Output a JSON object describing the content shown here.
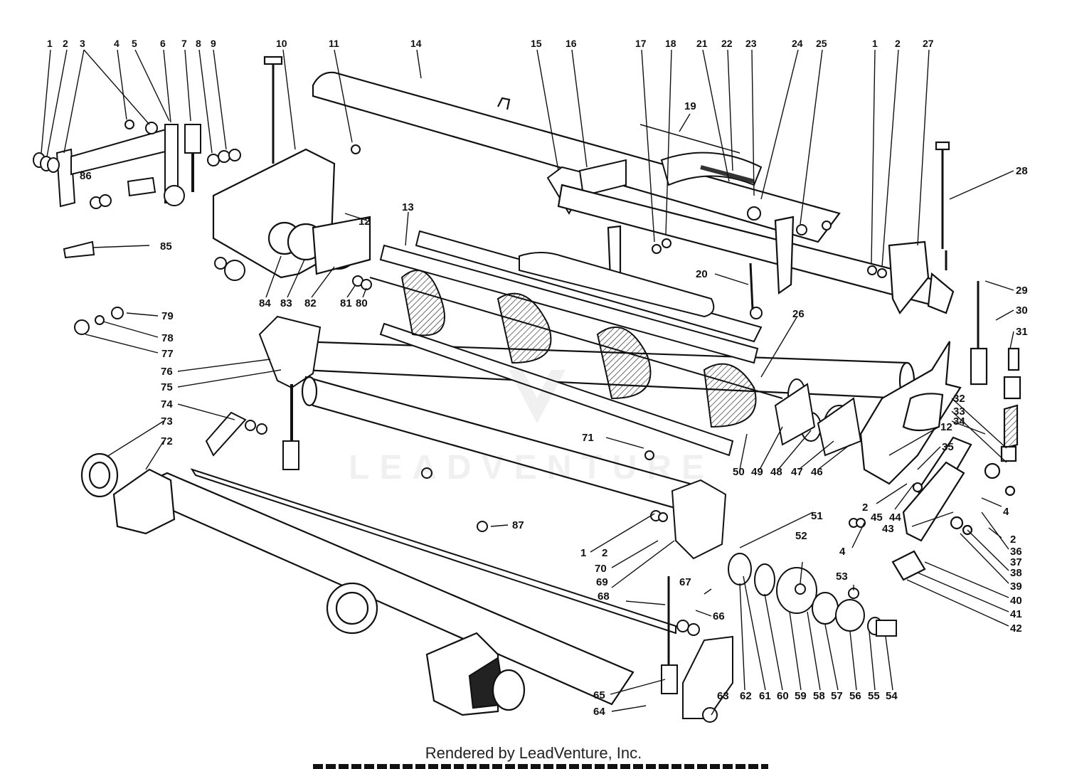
{
  "footer_text": "Rendered by LeadVenture, Inc.",
  "watermark_text": "LEADVENTURE",
  "ink_color": "#111111",
  "callouts": {
    "c1a": "1",
    "c2a": "2",
    "c3": "3",
    "c4a": "4",
    "c5": "5",
    "c6": "6",
    "c7": "7",
    "c8": "8",
    "c9": "9",
    "c10": "10",
    "c11": "11",
    "c14": "14",
    "c15": "15",
    "c16": "16",
    "c17": "17",
    "c18": "18",
    "c21": "21",
    "c22": "22",
    "c23": "23",
    "c24": "24",
    "c25": "25",
    "c1b": "1",
    "c2b": "2",
    "c27": "27",
    "c19": "19",
    "c28": "28",
    "c86": "86",
    "c85": "85",
    "c13": "13",
    "c12a": "12",
    "c84": "84",
    "c83": "83",
    "c82": "82",
    "c81": "81",
    "c80": "80",
    "c79": "79",
    "c78": "78",
    "c77": "77",
    "c76": "76",
    "c75": "75",
    "c74": "74",
    "c73": "73",
    "c72": "72",
    "c20": "20",
    "c26": "26",
    "c29": "29",
    "c30": "30",
    "c31": "31",
    "c32": "32",
    "c33": "33",
    "c34": "34",
    "c12b": "12",
    "c35": "35",
    "c71": "71",
    "c50": "50",
    "c49": "49",
    "c48": "48",
    "c47": "47",
    "c46": "46",
    "c51": "51",
    "c2c": "2",
    "c45": "45",
    "c44": "44",
    "c43": "43",
    "c4b": "4",
    "c4c": "4",
    "c2d": "2",
    "c36": "36",
    "c37": "37",
    "c38": "38",
    "c39": "39",
    "c40": "40",
    "c41": "41",
    "c42": "42",
    "c87": "87",
    "c1c": "1",
    "c2e": "2",
    "c70": "70",
    "c69": "69",
    "c52": "52",
    "c53": "53",
    "c67": "67",
    "c68": "68",
    "c66": "66",
    "c65": "65",
    "c64": "64",
    "c63": "63",
    "c62": "62",
    "c61": "61",
    "c60": "60",
    "c59": "59",
    "c58": "58",
    "c57": "57",
    "c56": "56",
    "c55": "55",
    "c54": "54"
  }
}
